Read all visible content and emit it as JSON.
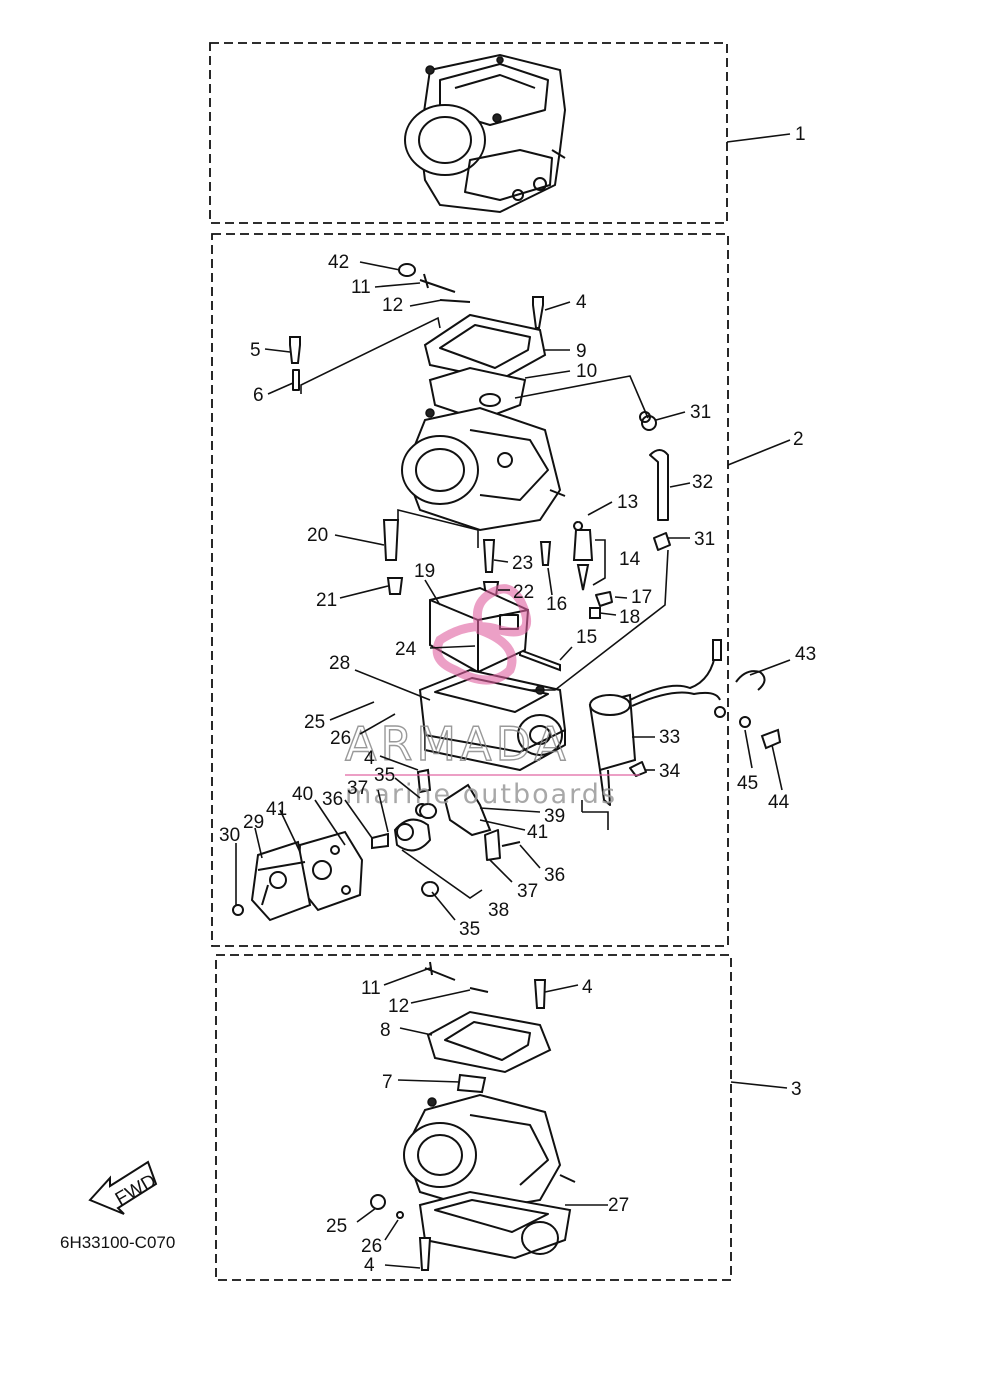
{
  "diagram_code": "6H33100-C070",
  "direction_label": "FWD",
  "watermark": {
    "brand": "ARMADA",
    "tagline": "marine outboards",
    "color": "#e060a0"
  },
  "groups": [
    {
      "id": "1",
      "label": "1"
    },
    {
      "id": "2",
      "label": "2"
    },
    {
      "id": "3",
      "label": "3"
    }
  ],
  "callouts": {
    "c42": "42",
    "c11a": "11",
    "c12a": "12",
    "c4a": "4",
    "c5": "5",
    "c6": "6",
    "c9": "9",
    "c10": "10",
    "c31a": "31",
    "c32": "32",
    "c13": "13",
    "c20": "20",
    "c23": "23",
    "c14": "14",
    "c31b": "31",
    "c21": "21",
    "c19": "19",
    "c22": "22",
    "c16": "16",
    "c17": "17",
    "c18": "18",
    "c15": "15",
    "c24": "24",
    "c28": "28",
    "c43": "43",
    "c25a": "25",
    "c26a": "26",
    "c33": "33",
    "c4b": "4",
    "c35a": "35",
    "c34": "34",
    "c45": "45",
    "c44": "44",
    "c37a": "37",
    "c39": "39",
    "c41a": "41",
    "c40": "40",
    "c36a": "36",
    "c41b": "41",
    "c29": "29",
    "c30": "30",
    "c36b": "36",
    "c37b": "37",
    "c38": "38",
    "c35b": "35",
    "c11b": "11",
    "c4c": "4",
    "c12b": "12",
    "c8": "8",
    "c7": "7",
    "c27": "27",
    "c25b": "25",
    "c26b": "26",
    "c4d": "4"
  }
}
